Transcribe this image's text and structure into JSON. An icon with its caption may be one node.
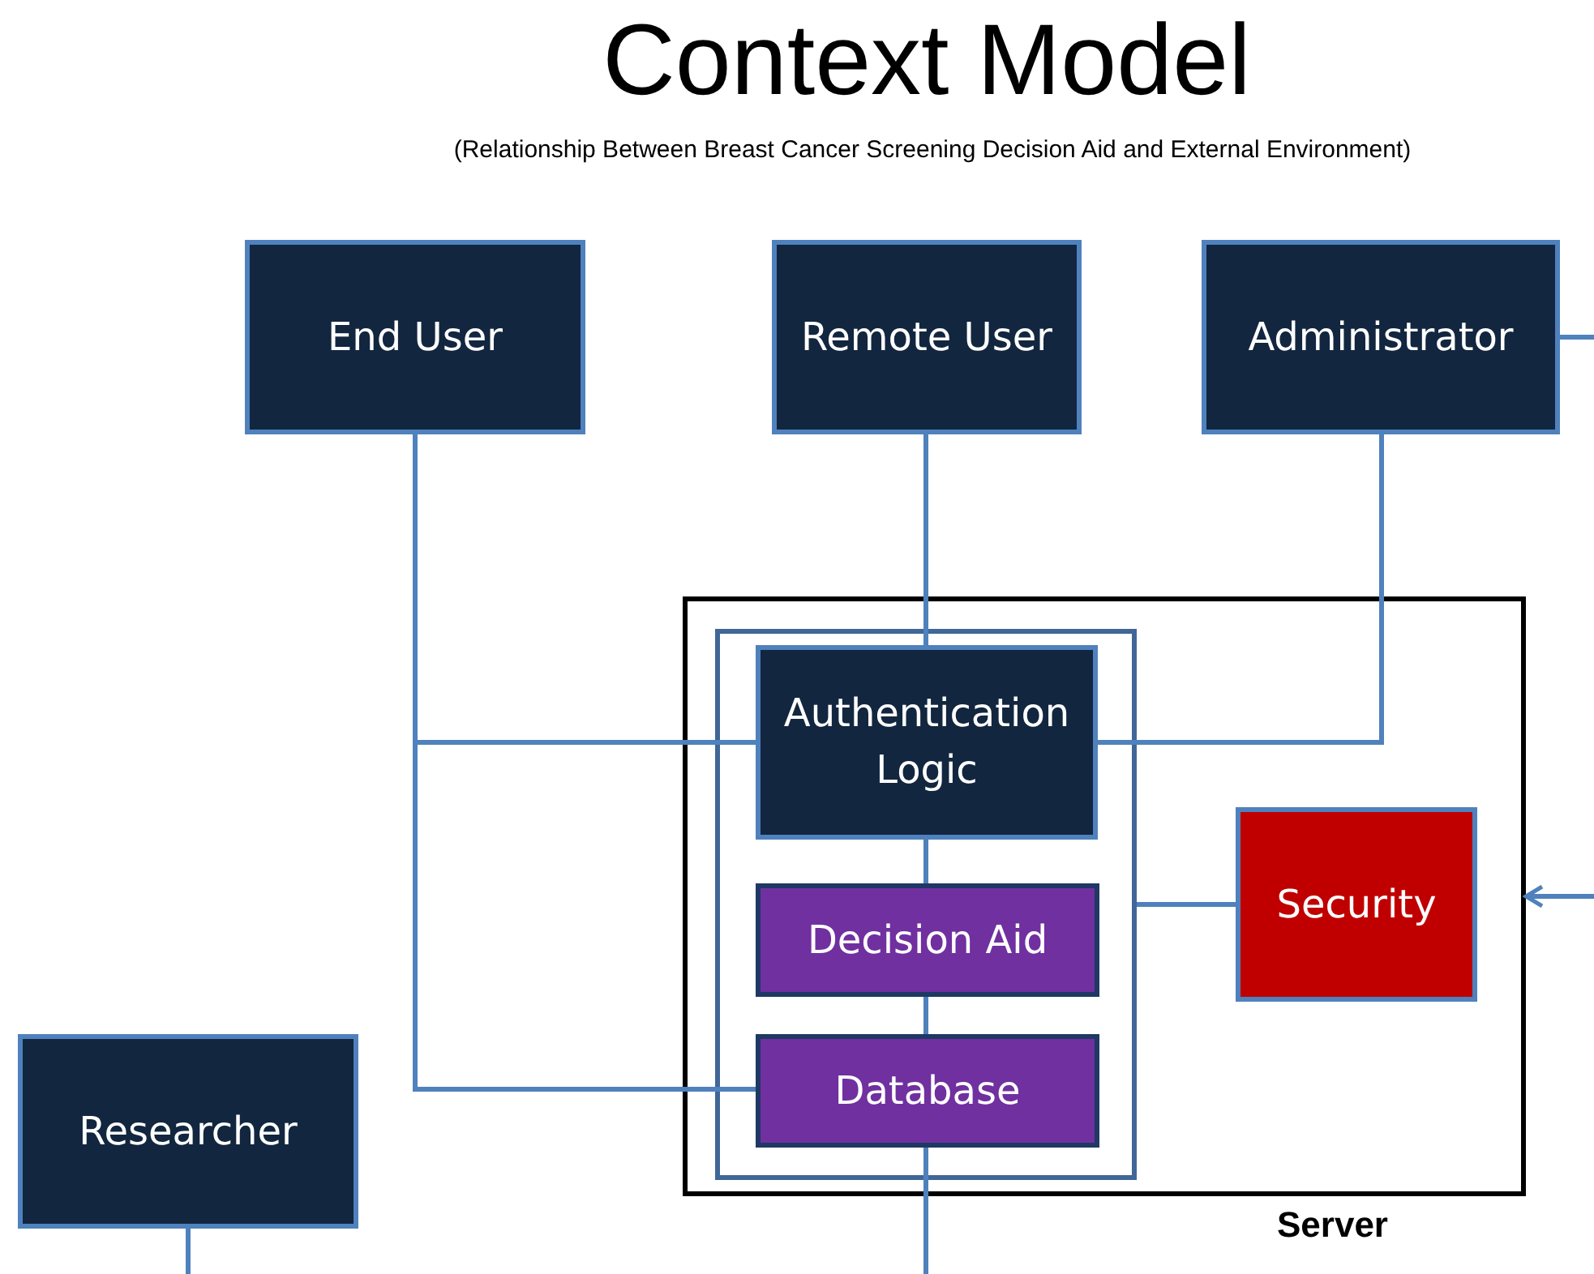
{
  "diagram": {
    "title": "Context Model",
    "caption": "(Relationship Between Breast Cancer Screening Decision Aid and External Environment)",
    "nodes": [
      {
        "text": [
          "End User"
        ]
      },
      {
        "text": [
          "Remote User"
        ]
      },
      {
        "text": [
          "Administrator"
        ]
      },
      {
        "text": [
          "Server"
        ]
      },
      {
        "text": [],
        "shape": "box",
        "in": 3
      },
      {
        "text": [
          "Authentication Logic"
        ],
        "in": 4
      },
      {
        "text": [
          "Decision Aid"
        ],
        "in": 4
      },
      {
        "text": [
          "Database"
        ],
        "in": 4
      },
      {
        "text": [
          "Security"
        ],
        "in": 3
      },
      {
        "text": [
          "Researcher"
        ]
      }
    ],
    "edges": [
      {
        "from": 0,
        "to": 5,
        "arrow": "none"
      },
      {
        "from": 0,
        "to": 7,
        "arrow": "none"
      },
      {
        "from": 1,
        "to": 5,
        "arrow": "none"
      },
      {
        "from": 2,
        "to": 5,
        "arrow": "none"
      },
      {
        "from": 2,
        "to": null,
        "arrow": "none"
      },
      {
        "from": 5,
        "to": 6,
        "arrow": "none"
      },
      {
        "from": 6,
        "to": 7,
        "arrow": "none"
      },
      {
        "from": 4,
        "to": 8,
        "arrow": "none"
      },
      {
        "from": null,
        "to": 3,
        "arrow": "to"
      },
      {
        "from": 9,
        "to": null,
        "arrow": "none"
      },
      {
        "from": 7,
        "to": null,
        "arrow": "none"
      }
    ]
  }
}
